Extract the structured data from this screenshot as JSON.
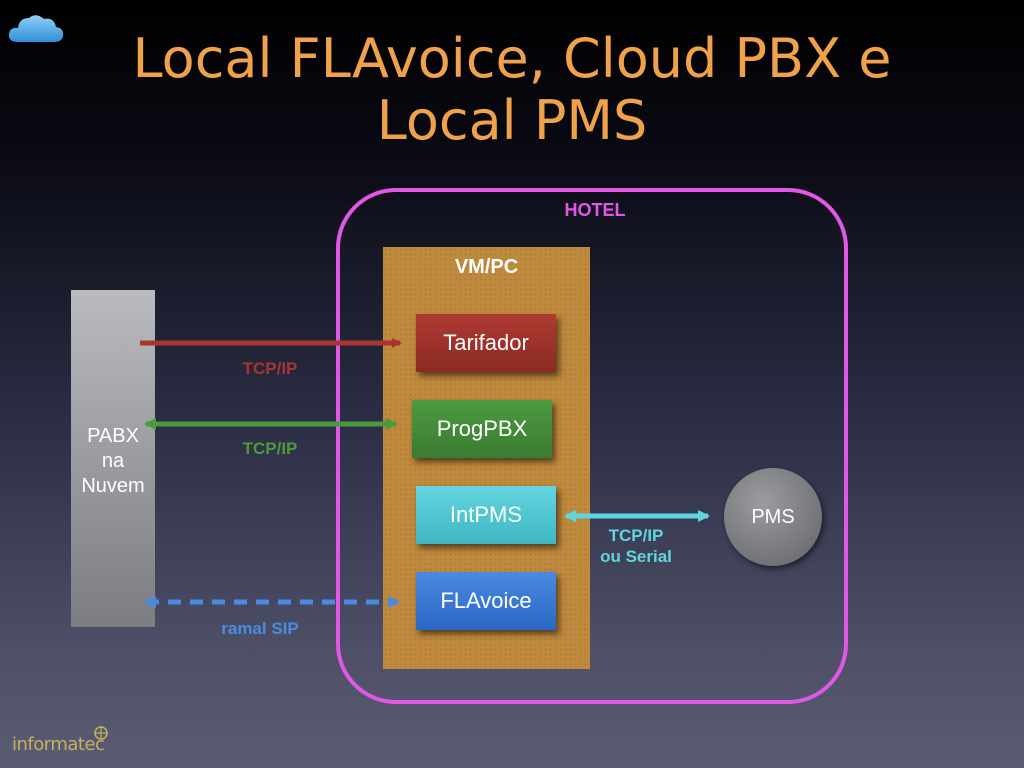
{
  "title": {
    "line1": "Local FLAvoice, Cloud PBX e",
    "line2": "Local PMS"
  },
  "hotel": {
    "label": "HOTEL"
  },
  "vm": {
    "label": "VM/PC"
  },
  "pabx": {
    "line1": "PABX",
    "line2": "na",
    "line3": "Nuvem"
  },
  "nodes": {
    "tarifador": "Tarifador",
    "progpbx": "ProgPBX",
    "intpms": "IntPMS",
    "flavoice": "FLAvoice",
    "pms": "PMS"
  },
  "connections": {
    "tarifador_label": "TCP/IP",
    "progpbx_label": "TCP/IP",
    "pms_label_line1": "TCP/IP",
    "pms_label_line2": "ou Serial",
    "sip_label": "ramal SIP"
  },
  "logo": {
    "text": "informatec"
  },
  "icons": {
    "top_left": "cloud-icon"
  },
  "colors": {
    "title": "#f0a24a",
    "hotel": "#e257e6",
    "tcp_red": "#a83530",
    "tcp_green": "#4c9a3e",
    "tcp_cyan": "#5fd6df",
    "sip_blue": "#4a8ae2"
  }
}
